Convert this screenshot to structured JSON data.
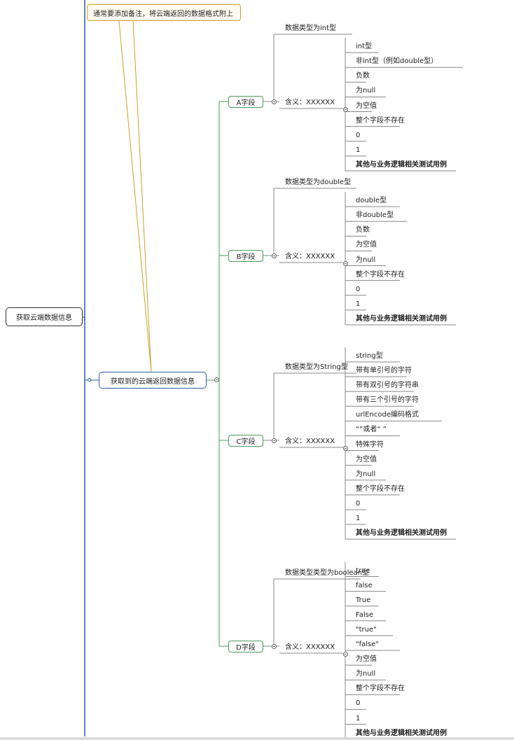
{
  "root": {
    "label": "获取云端数据信息"
  },
  "main": {
    "label": "获取到的云端返回数据信息"
  },
  "note": {
    "text": "通常要添加备注，将云端返回的数据格式附上"
  },
  "fields": [
    {
      "label": "A字段",
      "type_label": "数据类型为int型",
      "meaning_label": "含义：XXXXXX",
      "cases": [
        "int型",
        "非int型（例如double型）",
        "负数",
        "为null",
        "为空值",
        "整个字段不存在",
        "0",
        "1",
        "其他与业务逻辑相关测试用例"
      ]
    },
    {
      "label": "B字段",
      "type_label": "数据类型为double型",
      "meaning_label": "含义：XXXXXX",
      "cases": [
        "double型",
        "非double型",
        "负数",
        "为空值",
        "为null",
        "整个字段不存在",
        "0",
        "1",
        "其他与业务逻辑相关测试用例"
      ]
    },
    {
      "label": "C字段",
      "type_label": "数据类型为String型",
      "meaning_label": "含义：XXXXXX",
      "cases": [
        "string型",
        "带有单引号的字符",
        "带有双引号的字符串",
        "带有三个引号的字符",
        "urlEncode编码格式",
        "“”或者“ ”",
        "特殊字符",
        "为空值",
        "为null",
        "整个字段不存在",
        "0",
        "1",
        "其他与业务逻辑相关测试用例"
      ]
    },
    {
      "label": "D字段",
      "type_label": "数据类型类型为boolean型",
      "meaning_label": "含义：XXXXXX",
      "cases": [
        "true",
        "false",
        "True",
        "False",
        "\"true\"",
        "\"false\"",
        "为空值",
        "为null",
        "整个字段不存在",
        "0",
        "1",
        "其他与业务逻辑相关测试用例"
      ]
    }
  ],
  "colors": {
    "trunk": "#2c5fa8",
    "field_branch": "#4e9a5c",
    "leaf_branch": "#888888",
    "note": "#c9a227"
  }
}
